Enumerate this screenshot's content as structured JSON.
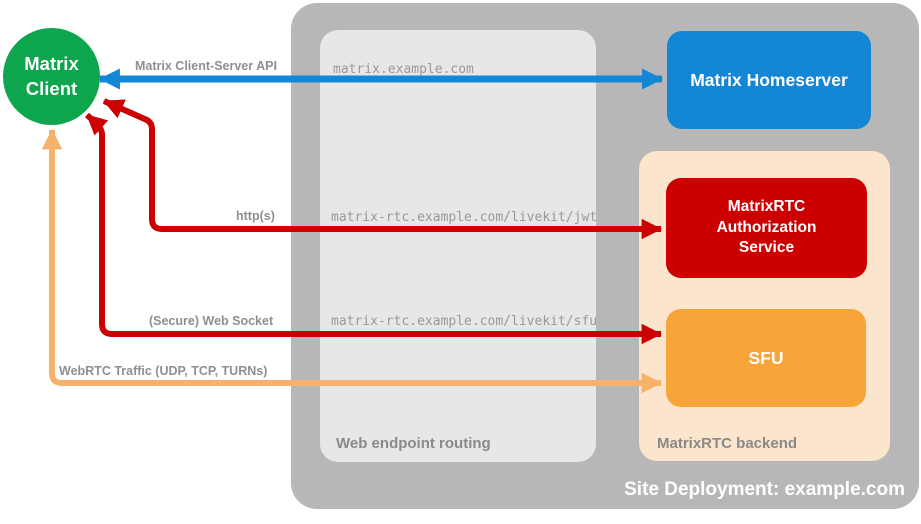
{
  "title": "Site Deployment: example.com",
  "colors": {
    "green": "#0da64d",
    "blue": "#1486d6",
    "red": "#cc0000",
    "orange": "#f7a438",
    "orange_light": "#f6b26b",
    "outer_gray": "#b7b7b7",
    "inner_gray": "#e7e7e7",
    "peach": "#fce5cd",
    "label_gray": "#8a8a8a",
    "url_gray": "#999999"
  },
  "nodes": {
    "client": {
      "line1": "Matrix",
      "line2": "Client"
    },
    "homeserver": {
      "label": "Matrix Homeserver"
    },
    "auth": {
      "line1": "MatrixRTC",
      "line2": "Authorization",
      "line3": "Service"
    },
    "sfu": {
      "label": "SFU"
    }
  },
  "containers": {
    "site": {
      "label": "Site Deployment: example.com"
    },
    "routing": {
      "label": "Web endpoint routing"
    },
    "backend": {
      "label": "MatrixRTC backend"
    }
  },
  "endpoints": {
    "homeserver": "matrix.example.com",
    "jwt": "matrix-rtc.example.com/livekit/jwt",
    "sfu": "matrix-rtc.example.com/livekit/sfu"
  },
  "arrows": {
    "client_server_api": {
      "label": "Matrix Client-Server API"
    },
    "https": {
      "label": "http(s)"
    },
    "websocket": {
      "label": "(Secure) Web Socket"
    },
    "webrtc": {
      "label": "WebRTC Traffic (UDP, TCP, TURNs)"
    }
  }
}
